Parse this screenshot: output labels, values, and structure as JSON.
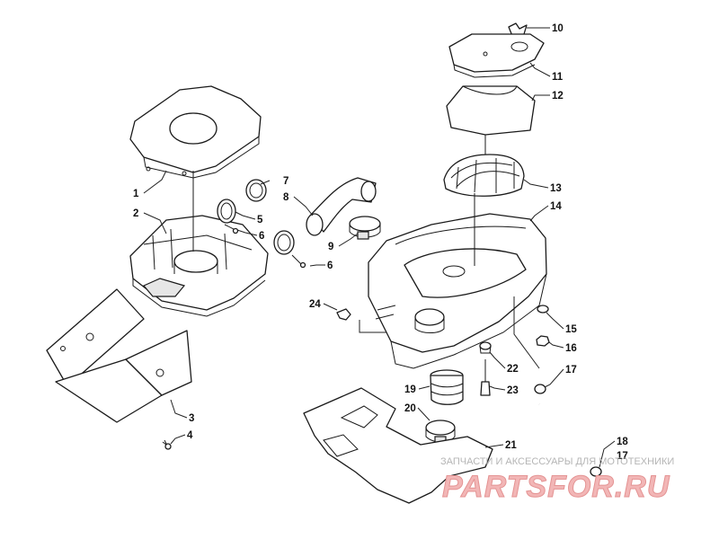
{
  "callouts": {
    "c1": "1",
    "c2": "2",
    "c3": "3",
    "c4": "4",
    "c5": "5",
    "c6a": "6",
    "c6b": "6",
    "c7": "7",
    "c8": "8",
    "c9": "9",
    "c10": "10",
    "c11": "11",
    "c12": "12",
    "c13": "13",
    "c14": "14",
    "c15": "15",
    "c16": "16",
    "c17a": "17",
    "c17b": "17",
    "c18": "18",
    "c19": "19",
    "c20": "20",
    "c21": "21",
    "c22": "22",
    "c23": "23",
    "c24": "24"
  },
  "watermark": {
    "caption": "ЗАПЧАСТИ И АКСЕССУАРЫ ДЛЯ МОТОТЕХНИКИ",
    "logo": "PARTSFOR.RU"
  }
}
